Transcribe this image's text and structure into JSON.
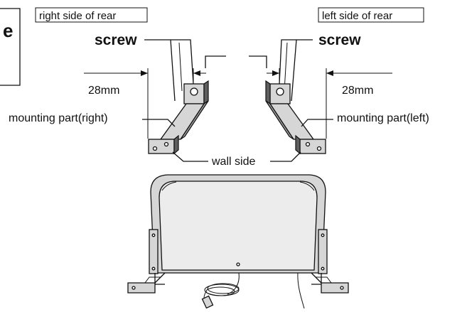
{
  "diagram": {
    "fragment_text": "e",
    "right_rear_label": "right side of rear",
    "left_rear_label": "left side of rear",
    "screw_label_right": "screw",
    "screw_label_left": "screw",
    "dimension_right": "28mm",
    "dimension_left": "28mm",
    "mounting_part_right": "mounting part(right)",
    "mounting_part_left": "mounting part(left)",
    "wall_side": "wall side"
  }
}
